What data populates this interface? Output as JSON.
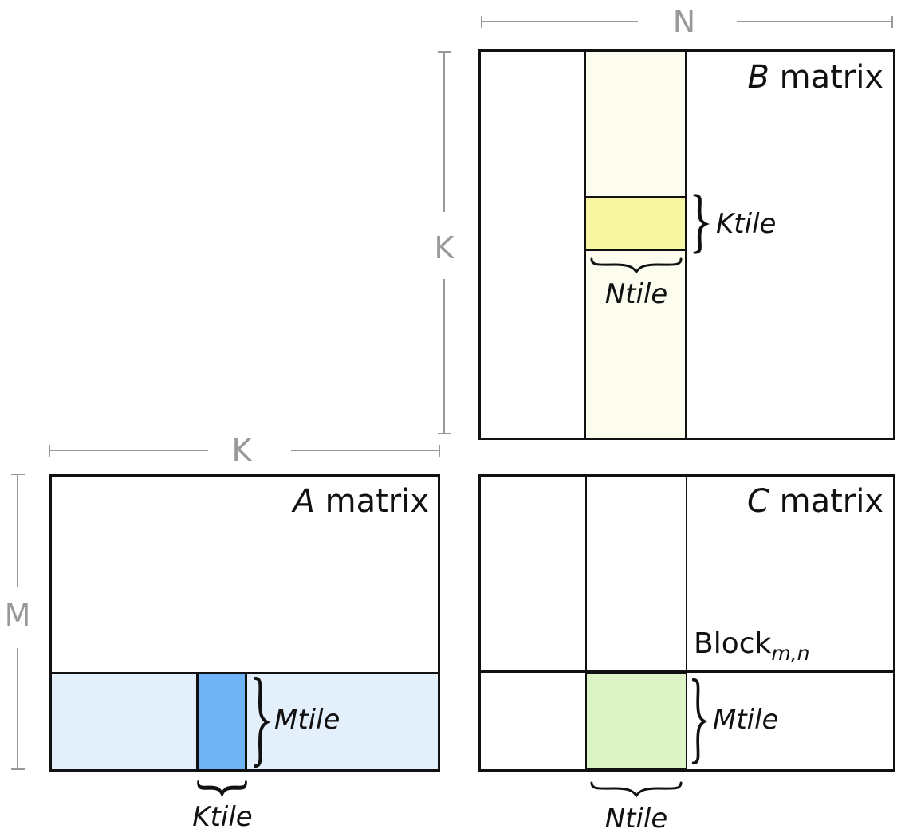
{
  "colors": {
    "ink": "#111111",
    "dim_gray": "#999999",
    "stripe_ivory": "#fcfcef",
    "tile_yellow": "#f7f7a2",
    "stripe_blue": "#e3f0fc",
    "tile_blue": "#6fb5f5",
    "tile_green": "#ddf4c7"
  },
  "dimensions": {
    "n": "N",
    "k_b": "K",
    "k_a": "K",
    "m": "M"
  },
  "matrices": {
    "b": {
      "name_italic": "B",
      "name_rest": " matrix",
      "tile_k": "Ktile",
      "tile_n": "Ntile"
    },
    "a": {
      "name_italic": "A",
      "name_rest": " matrix",
      "tile_m": "Mtile",
      "tile_k": "Ktile"
    },
    "c": {
      "name_italic": "C",
      "name_rest": " matrix",
      "block_text": "Block",
      "block_sub": "m,n",
      "tile_m": "Mtile",
      "tile_n": "Ntile"
    }
  }
}
